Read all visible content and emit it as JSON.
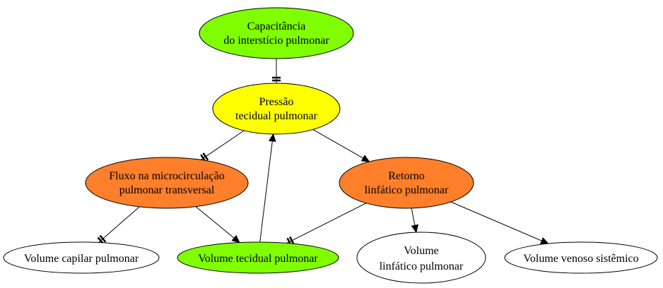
{
  "colors": {
    "green": "#7fff00",
    "yellow": "#ffff00",
    "orange": "#ff7f2a",
    "white": "#ffffff",
    "stroke": "#000000"
  },
  "nodes": {
    "capacitancia": {
      "line1": "Capacitância",
      "line2": "do interstício pulmonar"
    },
    "pressao": {
      "line1": "Pressão",
      "line2": "tecidual pulmonar"
    },
    "fluxo": {
      "line1": "Fluxo na microcirculação",
      "line2": "pulmonar transversal"
    },
    "retorno": {
      "line1": "Retorno",
      "line2": "linfático pulmonar"
    },
    "volume_capilar": {
      "line1": "Volume capilar pulmonar"
    },
    "volume_tecidual": {
      "line1": "Volume tecidual pulmonar"
    },
    "volume_linfatico": {
      "line1": "Volume",
      "line2": "linfático pulmonar"
    },
    "volume_venoso": {
      "line1": "Volume venoso sistêmico"
    }
  },
  "edges": [
    {
      "from": "capacitancia",
      "to": "pressao",
      "marker": "tee"
    },
    {
      "from": "pressao",
      "to": "fluxo",
      "marker": "tee"
    },
    {
      "from": "pressao",
      "to": "retorno",
      "marker": "arrow"
    },
    {
      "from": "volume_tecidual",
      "to": "pressao",
      "marker": "arrow"
    },
    {
      "from": "fluxo",
      "to": "volume_capilar",
      "marker": "tee"
    },
    {
      "from": "fluxo",
      "to": "volume_tecidual",
      "marker": "arrow"
    },
    {
      "from": "retorno",
      "to": "volume_tecidual",
      "marker": "tee"
    },
    {
      "from": "retorno",
      "to": "volume_linfatico",
      "marker": "arrow"
    },
    {
      "from": "retorno",
      "to": "volume_venoso",
      "marker": "arrow"
    }
  ]
}
